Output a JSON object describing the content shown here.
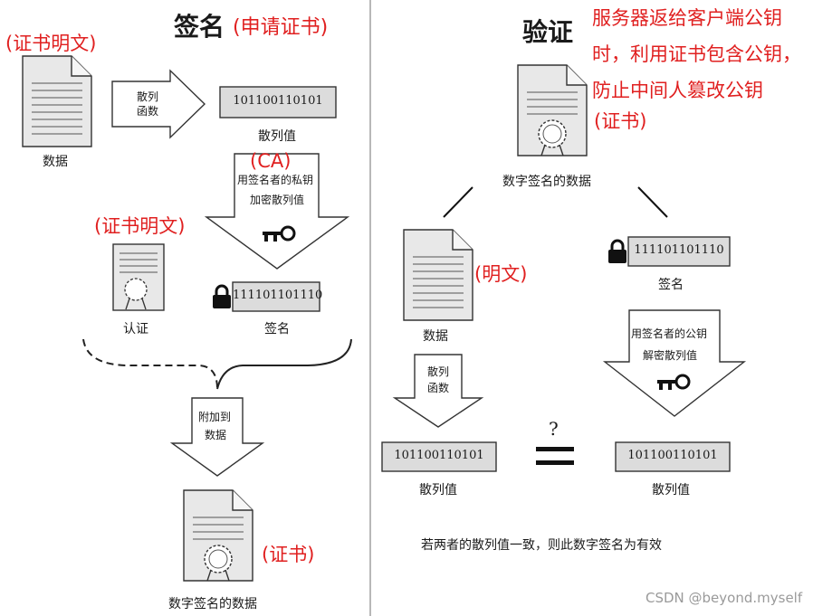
{
  "left": {
    "title": "签名",
    "title_note": "(申请证书)",
    "note_plaintext_top": "(证书明文)",
    "doc_label": "数据",
    "hash_fn_line1": "散列",
    "hash_fn_line2": "函数",
    "hash_value": "101100110101",
    "hash_label": "散列值",
    "ca_note": "(CA)",
    "encrypt_line1": "用签名者的私钥",
    "encrypt_line2": "加密散列值",
    "note_plaintext_mid": "(证书明文)",
    "cert_label": "认证",
    "signature_value": "111101101110",
    "signature_label": "签名",
    "attach_line1": "附加到",
    "attach_line2": "数据",
    "cert_note": "(证书)",
    "signed_data_label": "数字签名的数据"
  },
  "right": {
    "title": "验证",
    "note_line1": "服务器返给客户端公钥",
    "note_line2": "时，利用证书包含公钥，",
    "note_line3": "防止中间人篡改公钥",
    "note_line4": "(证书)",
    "signed_data_label": "数字签名的数据",
    "doc_note": "(明文)",
    "doc_label": "数据",
    "signature_value": "111101101110",
    "signature_label": "签名",
    "hash_fn_line1": "散列",
    "hash_fn_line2": "函数",
    "decrypt_line1": "用签名者的公钥",
    "decrypt_line2": "解密散列值",
    "question": "?",
    "hash_value_left": "101100110101",
    "hash_label_left": "散列值",
    "hash_value_right": "101100110101",
    "hash_label_right": "散列值",
    "conclusion": "若两者的散列值一致，则此数字签名为有效"
  },
  "watermark": "CSDN @beyond.myself",
  "icons": [
    "document-icon",
    "certificate-seal-icon",
    "key-icon",
    "lock-icon",
    "arrow-right-icon",
    "arrow-down-icon"
  ]
}
